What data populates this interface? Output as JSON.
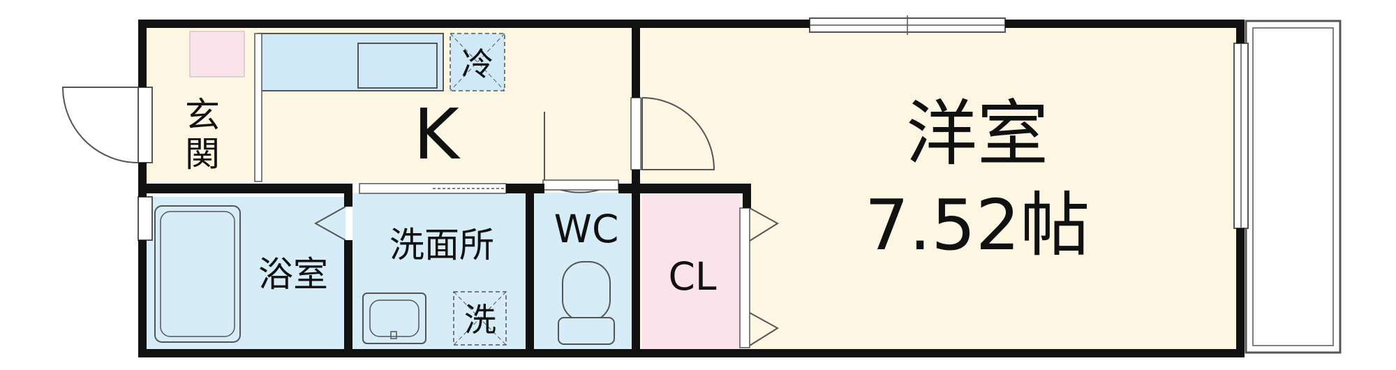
{
  "rooms": {
    "entrance": "玄関",
    "kitchen": "K",
    "western": "洋室",
    "western_area": "7.52帖",
    "bath": "浴室",
    "washroom": "洗面所",
    "toilet": "WC",
    "closet": "CL"
  },
  "fixtures": {
    "fridge_space": "冷",
    "washer_space": "洗"
  },
  "colors": {
    "floor_beige": "#fdf6e3",
    "wet_blue": "#d6ecf7",
    "pink": "#fbe3ec",
    "wall": "#111111",
    "counter": "#cfe9f6"
  }
}
